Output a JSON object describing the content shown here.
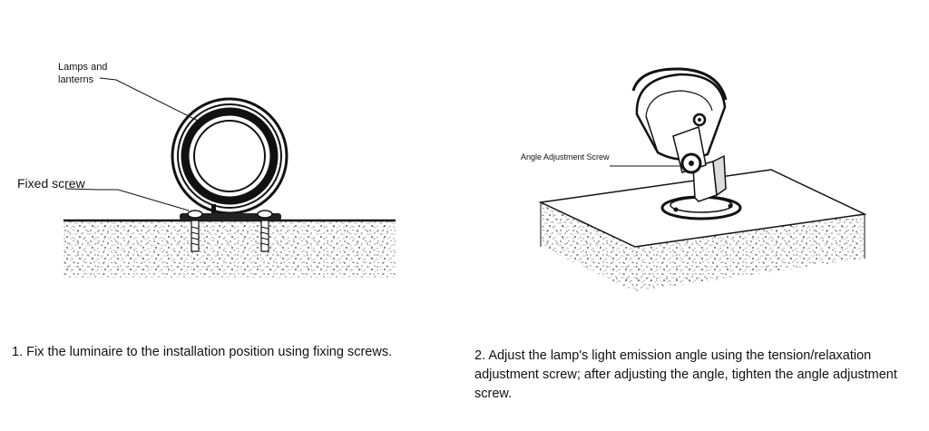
{
  "figure1": {
    "label_lamps": "Lamps and lanterns",
    "label_lamps_line1": "Lamps and",
    "label_lamps_line2": "lanterns",
    "label_screw": "Fixed screw",
    "caption": "1. Fix the luminaire to the installation position using fixing screws."
  },
  "figure2": {
    "label_angle_screw": "Angle Adjustment Screw",
    "caption": "2. Adjust the lamp's light emission angle using the tension/relaxation adjustment screw; after adjusting the angle, tighten the angle adjustment screw."
  },
  "colors": {
    "line": "#111111",
    "speckle": "#555555"
  }
}
